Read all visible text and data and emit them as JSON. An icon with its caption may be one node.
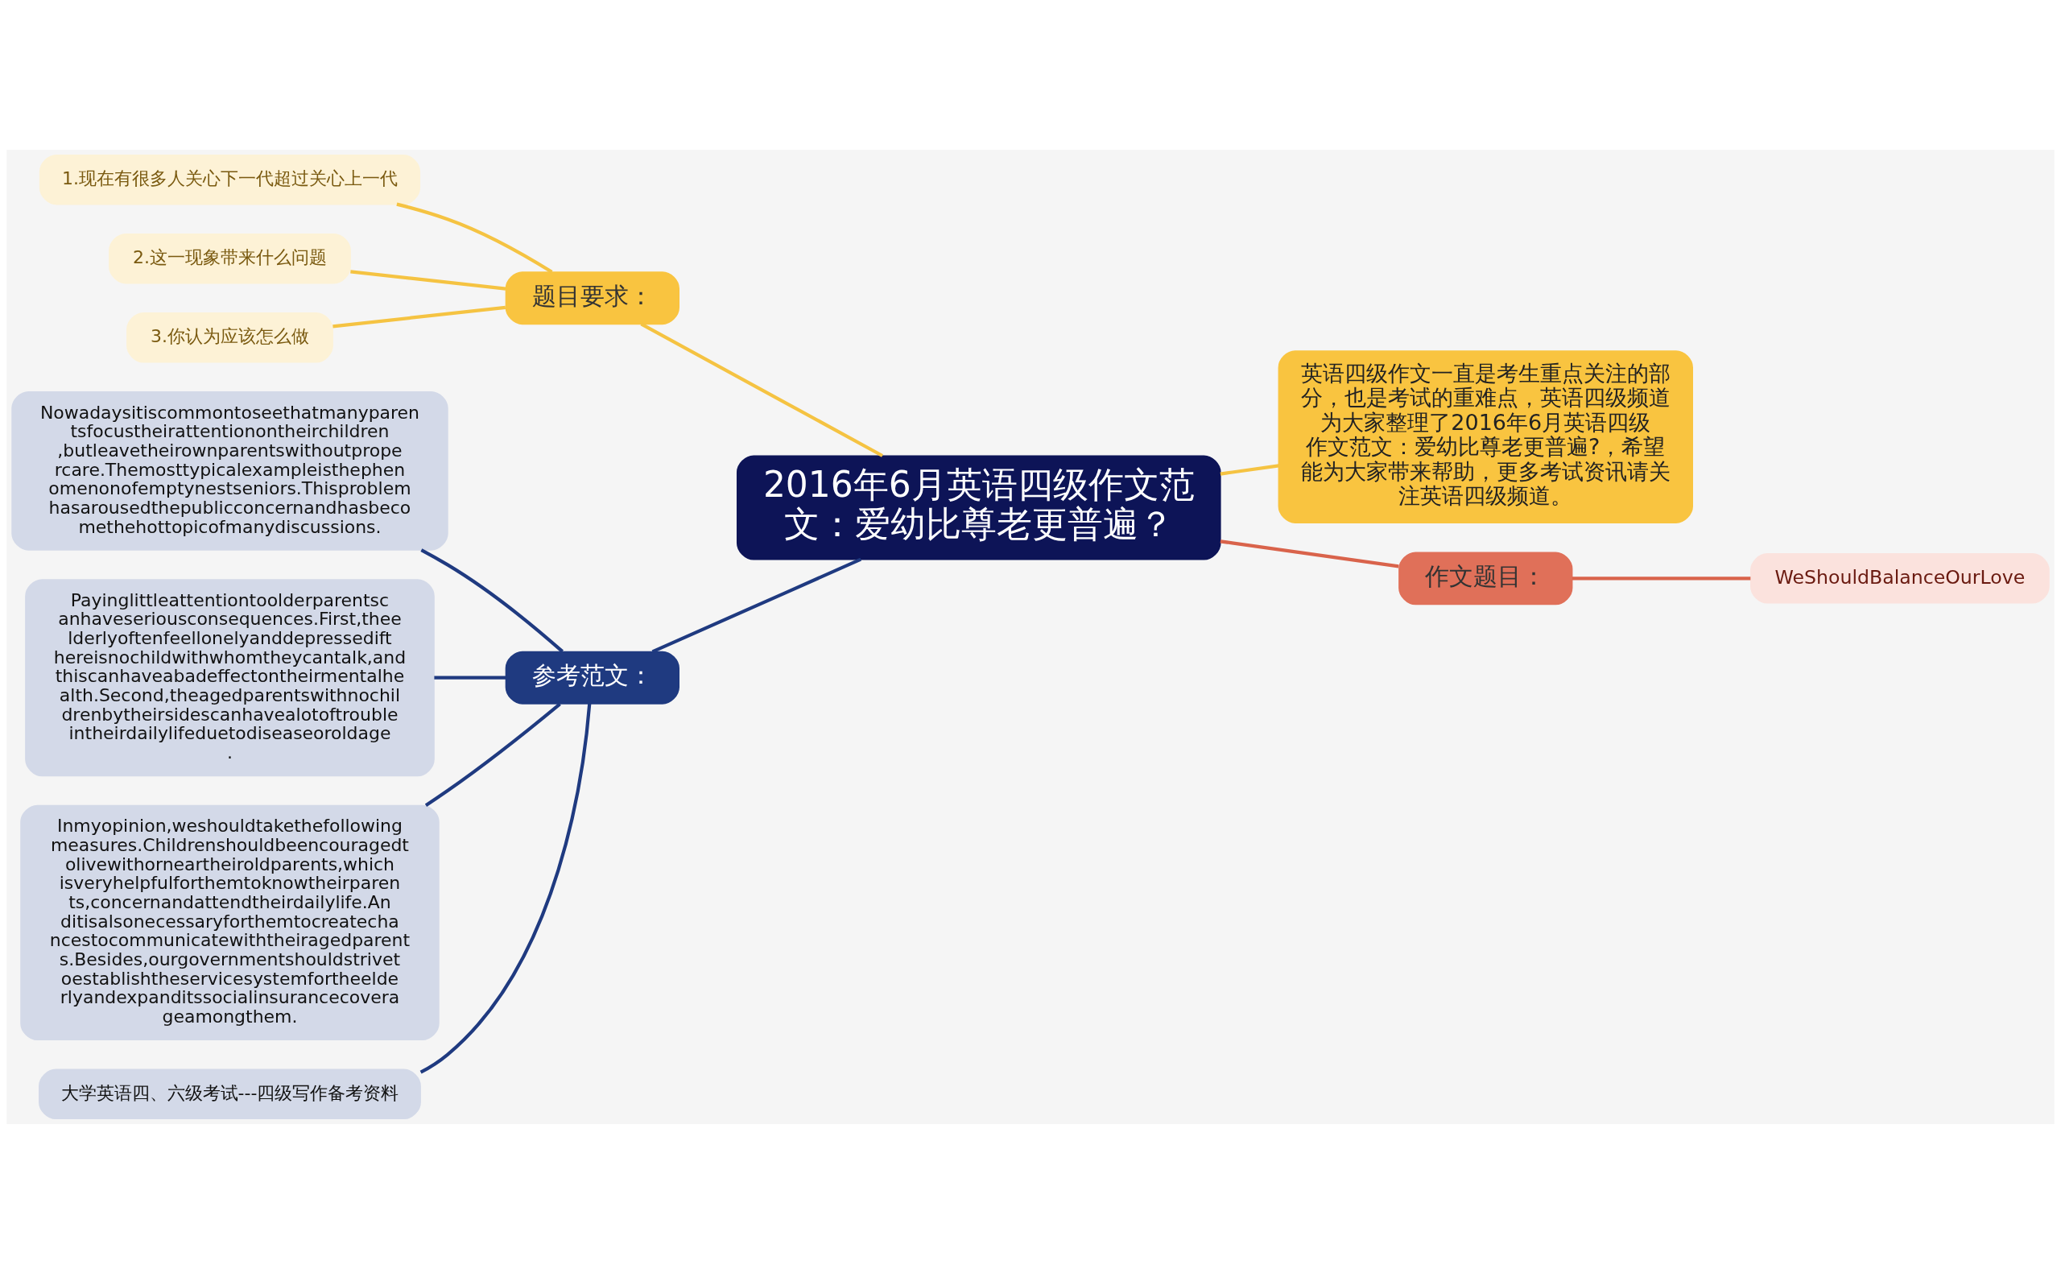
{
  "diagram": {
    "nodes": [
      {
        "text": [
          "2016年6月英语四级作文范文：爱幼比尊老更普遍？"
        ]
      },
      {
        "text": [
          "题目要求："
        ]
      },
      {
        "text": [
          "1.现在有很多人关心下一代超过关心上一代"
        ]
      },
      {
        "text": [
          "2.这一现象带来什么问题"
        ]
      },
      {
        "text": [
          "3.你认为应该怎么做"
        ]
      },
      {
        "text": [
          "参考范文："
        ]
      },
      {
        "text": [
          "Nowadaysitiscommontoseethatmanyparentsfocustheirattentionontheirchildren,butleavetheirownparentswithoutpropercare.Themosttypicalexampleisthephenomenonofemptynestseniors.Thisproblemhasarousedthepublicconcernandhasbecomethehottopicofmanydiscussions."
        ]
      },
      {
        "text": [
          "Payinglittleattentiontoolderparentscanhaveseriousconsequences.First,theelderlyoftenfeellonelyanddepressedifthereisnochildwithwhomtheycantalk,andthiscanhaveabadeffectontheirmentalhealth.Second,theagedparentswithnochildrenbytheirsidescanhavealotoftroubleintheirdailylifeduetodiseaseoroldage."
        ]
      },
      {
        "text": [
          "Inmyopinion,weshouldtakethefollowingmeasures.Childrenshouldbeencouragedtolivewithorneartheiroldparents,whichisveryhelpfulforthemtoknowtheirparents,concernandattendtheirdailylife.Anditisalsonecessaryforthemtocreatechancestocommunicatewiththeiragedparents.Besides,ourgovernmentshouldstrivetoestablishtheservicesystemfortheelderlyandexpanditssocialinsurancecoverageamongthem."
        ]
      },
      {
        "text": [
          "大学英语四、六级考试---四级写作备考资料"
        ]
      },
      {
        "text": [
          "英语四级作文一直是考生重点关注的部分，也是考试的重难点，英语四级频道为大家整理了2016年6月英语四级作文范文：爱幼比尊老更普遍?，希望能为大家带来帮助，更多考试资讯请关注英语四级频道。"
        ]
      },
      {
        "text": [
          "作文题目："
        ]
      },
      {
        "text": [
          "WeShouldBalanceOurLove"
        ]
      }
    ],
    "edges": [
      {
        "from": 0,
        "to": 1,
        "arrow": "none",
        "color": "#f5c342"
      },
      {
        "from": 1,
        "to": 2,
        "arrow": "none",
        "color": "#f5c342"
      },
      {
        "from": 1,
        "to": 3,
        "arrow": "none",
        "color": "#f5c342"
      },
      {
        "from": 1,
        "to": 4,
        "arrow": "none",
        "color": "#f5c342"
      },
      {
        "from": 0,
        "to": 5,
        "arrow": "none",
        "color": "#1f3a80"
      },
      {
        "from": 5,
        "to": 6,
        "arrow": "none",
        "color": "#1f3a80"
      },
      {
        "from": 5,
        "to": 7,
        "arrow": "none",
        "color": "#1f3a80"
      },
      {
        "from": 5,
        "to": 8,
        "arrow": "none",
        "color": "#1f3a80"
      },
      {
        "from": 5,
        "to": 9,
        "arrow": "none",
        "color": "#1f3a80"
      },
      {
        "from": 0,
        "to": 10,
        "arrow": "none",
        "color": "#f5c342"
      },
      {
        "from": 0,
        "to": 11,
        "arrow": "none",
        "color": "#d9634b"
      },
      {
        "from": 11,
        "to": 12,
        "arrow": "none",
        "color": "#d9634b"
      }
    ]
  }
}
